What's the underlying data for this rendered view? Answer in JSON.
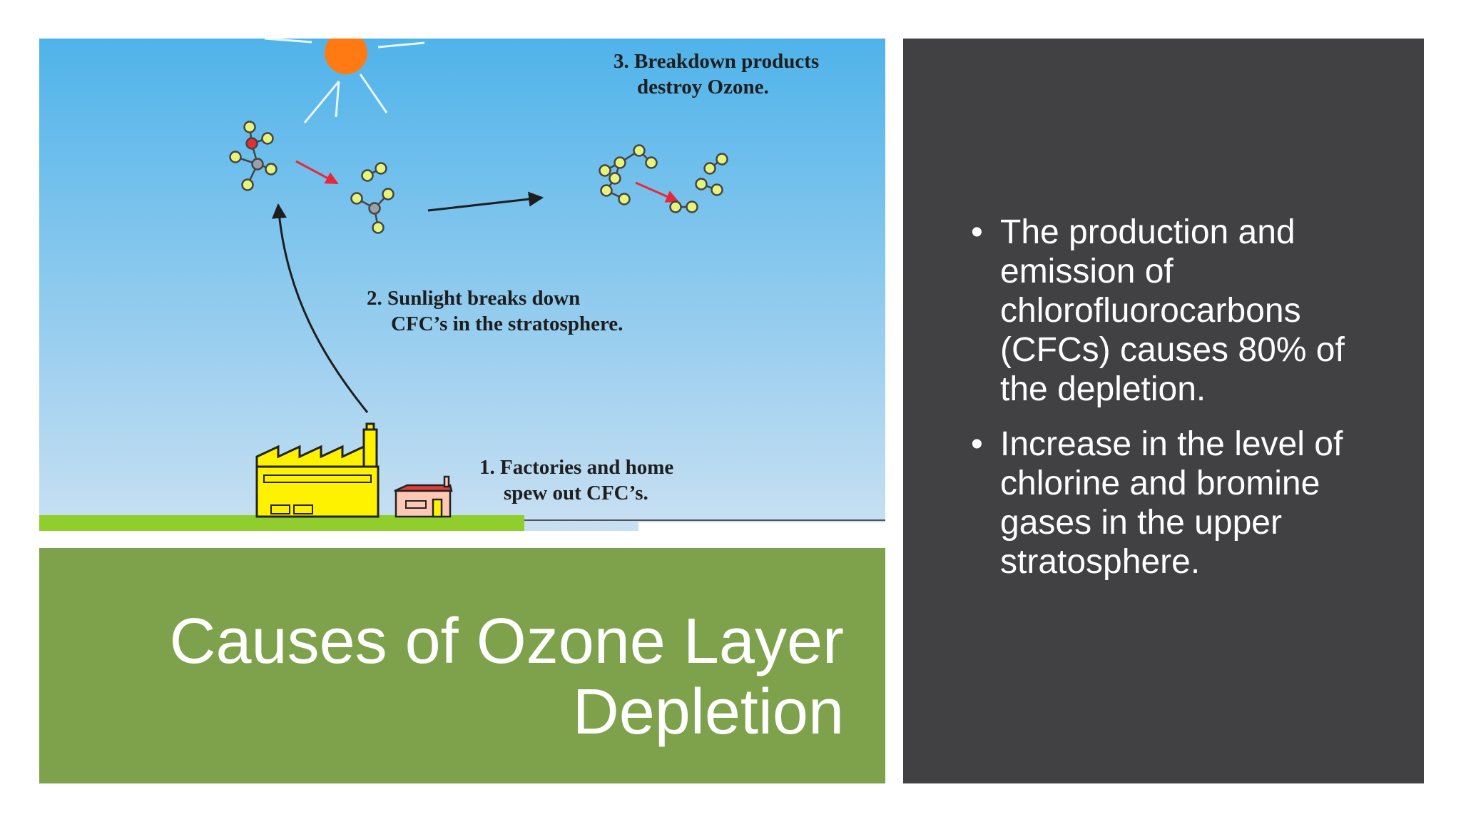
{
  "slide": {
    "title": "Causes of Ozone Layer Depletion",
    "bullets": [
      {
        "marker": "•",
        "text": "The production and emission of chlorofluorocarbons (CFCs) causes 80% of the depletion."
      },
      {
        "marker": "•",
        "text": "Increase in the level of chlorine and bromine gases in the upper stratosphere."
      }
    ]
  },
  "diagram": {
    "steps": [
      {
        "line1": "3. Breakdown products",
        "line2": "destroy Ozone."
      },
      {
        "line1": "2. Sunlight breaks down",
        "line2": "CFC’s in the stratosphere."
      },
      {
        "line1": "1. Factories and home",
        "line2": "spew out CFC’s."
      }
    ]
  },
  "colors": {
    "title_panel": "#7ea24b",
    "content_panel": "#414043",
    "sky_top": "#4fb3ea",
    "sky_bottom": "#c9e0f2",
    "ground": "#8fce2c",
    "sun": "#ff7a12",
    "factory": "#fff200",
    "house": "#ffc8b4",
    "house_roof": "#e13c3c",
    "molecule_atom": "#e6f57a",
    "chlorine_atom": "#e03030",
    "red_arrow": "#e8283a"
  }
}
